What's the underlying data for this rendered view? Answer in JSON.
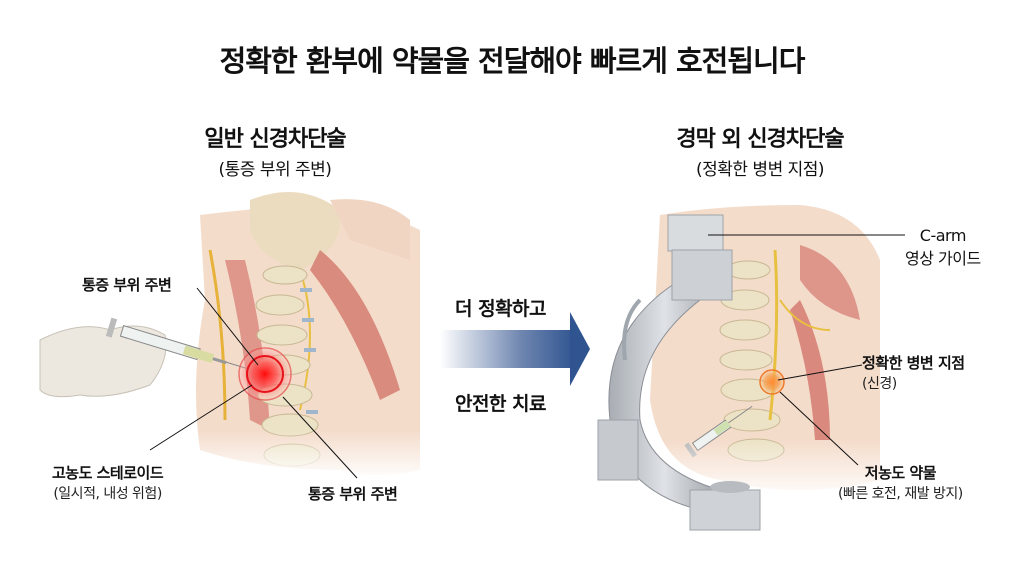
{
  "title": "정확한 환부에 약물을 전달해야 빠르게 호전됩니다",
  "left_panel": {
    "heading": "일반 신경차단술",
    "subheading": "(통증 부위 주변)",
    "labels": {
      "top": "통증 부위 주변",
      "bottom_left_title": "고농도 스테로이드",
      "bottom_left_sub": "(일시적, 내성 위험)",
      "bottom_right": "통증 부위 주변"
    },
    "highlight_color": "#e8121a"
  },
  "center": {
    "top_text": "더 정확하고",
    "bottom_text": "안전한 치료",
    "arrow_color": "#2f5490"
  },
  "right_panel": {
    "heading": "경막 외 신경차단술",
    "subheading": "(정확한 병변 지점)",
    "labels": {
      "carm_title": "C-arm",
      "carm_sub": "영상 가이드",
      "target_title": "정확한 병변 지점",
      "target_sub": "(신경)",
      "drug_title": "저농도 약물",
      "drug_sub": "(빠른 호전, 재발 방지)"
    },
    "highlight_color": "#f07a2a"
  }
}
